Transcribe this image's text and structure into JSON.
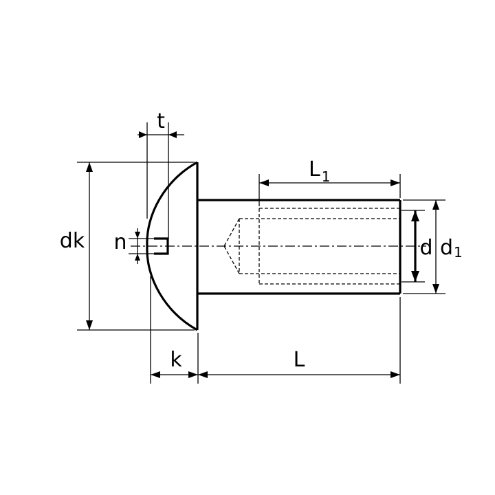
{
  "diagram": {
    "labels": {
      "t": "t",
      "L1_main": "L",
      "L1_sub": "1",
      "dk": "dk",
      "n": "n",
      "d": "d",
      "d1_main": "d",
      "d1_sub": "1",
      "k": "k",
      "L": "L"
    },
    "colors": {
      "line": "#000000",
      "background": "#ffffff"
    }
  }
}
